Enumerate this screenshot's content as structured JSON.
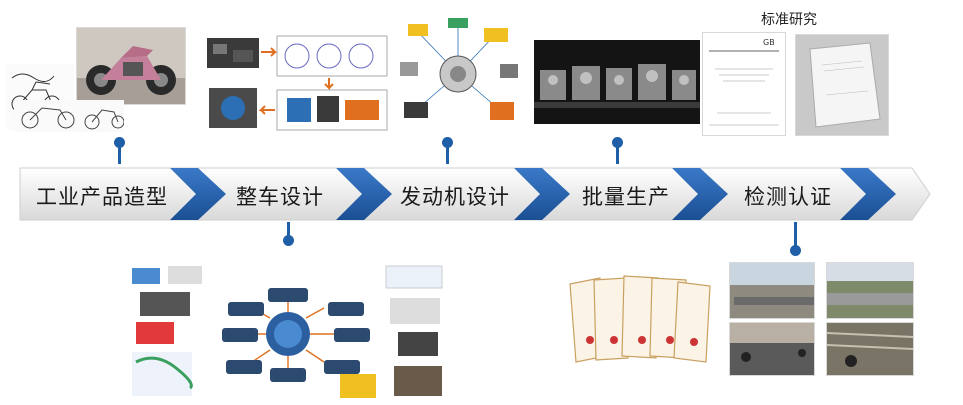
{
  "stages": [
    {
      "label": "工业产品造型"
    },
    {
      "label": "整车设计"
    },
    {
      "label": "发动机设计"
    },
    {
      "label": "批量生产"
    },
    {
      "label": "检测认证"
    }
  ],
  "standard_caption": "标准研究",
  "colors": {
    "arrow_blue": "#1f5fa8",
    "bar_top": "#ffffff",
    "bar_bottom": "#d9d9d9"
  }
}
